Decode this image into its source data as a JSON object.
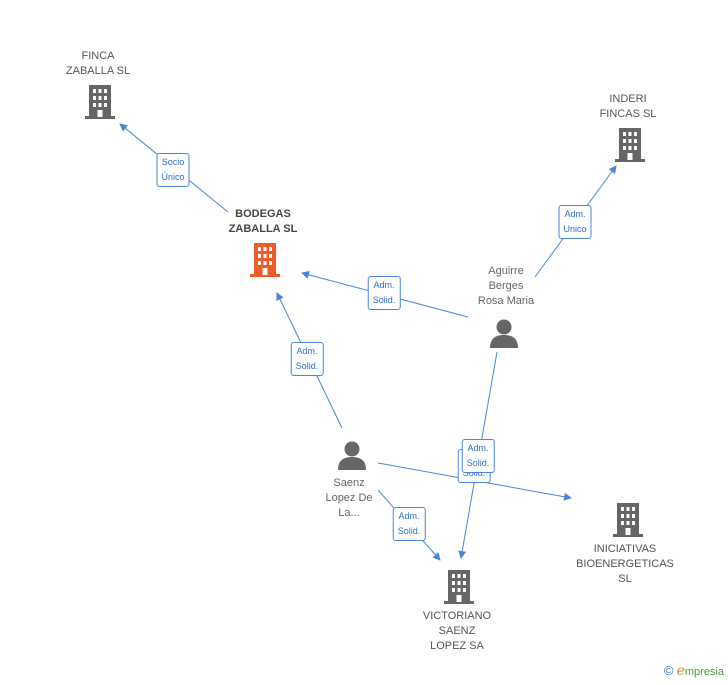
{
  "colors": {
    "edge": "#4a86d8",
    "company": "#666666",
    "company_main": "#f05a28",
    "person": "#666666"
  },
  "nodes": {
    "finca_zaballa": {
      "label": "FINCA\nZABALLA SL",
      "icon": "building-icon"
    },
    "inderi_fincas": {
      "label": "INDERI\nFINCAS SL",
      "icon": "building-icon"
    },
    "bodegas_zaballa": {
      "label": "BODEGAS\nZABALLA SL",
      "icon": "building-icon"
    },
    "aguirre": {
      "label": "Aguirre\nBerges\nRosa Maria",
      "icon": "person-icon"
    },
    "saenz": {
      "label": "Saenz\nLopez De\nLa...",
      "icon": "person-icon"
    },
    "iniciativas": {
      "label": "INICIATIVAS\nBIOENERGETICAS SL",
      "icon": "building-icon"
    },
    "victoriano": {
      "label": "VICTORIANO\nSAENZ\nLOPEZ SA",
      "icon": "building-icon"
    }
  },
  "edges": {
    "socio_unico": "Socio\nÚnico",
    "adm_unico": "Adm.\nUnico",
    "aguirre_bodegas": "Adm.\nSolid.",
    "saenz_bodegas": "Adm.\nSolid.",
    "saenz_iniciativas": "Adm.\nSolid.",
    "aguirre_victoriano": "Adm.\nSolid.",
    "saenz_victoriano": "Adm.\nSolid."
  },
  "credit": {
    "symbol": "©",
    "brand_initial": "e",
    "brand_rest": "mpresia"
  }
}
